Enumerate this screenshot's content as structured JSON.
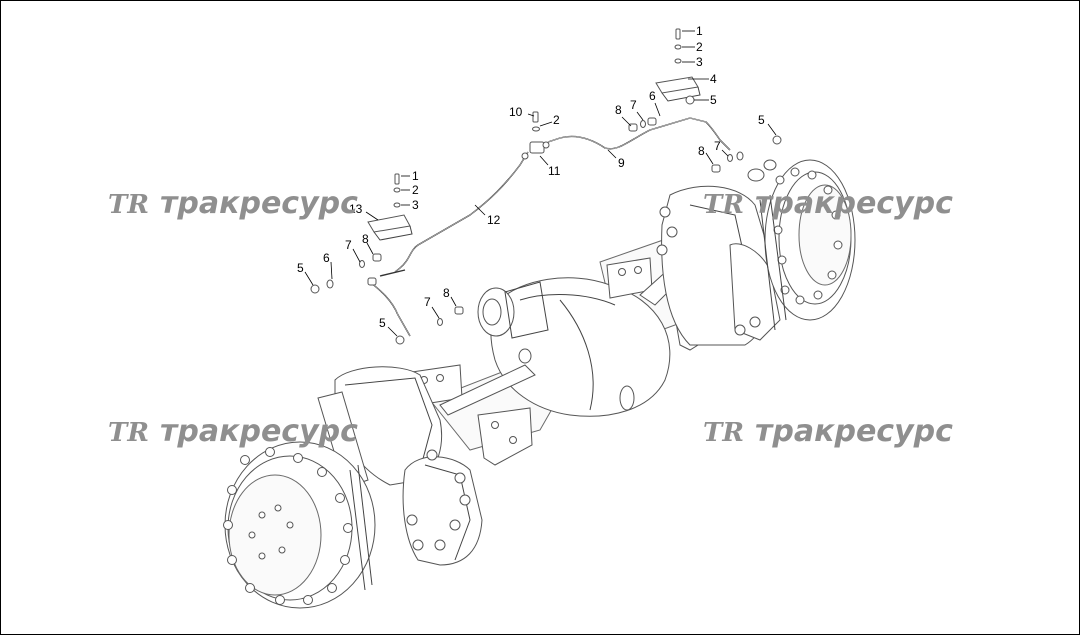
{
  "diagram": {
    "watermark_text": "тракресурс",
    "watermark_logo": "TR",
    "callouts": {
      "c1_right": "1",
      "c2_right": "2",
      "c3_right": "3",
      "c4": "4",
      "c5_top": "5",
      "c8_top": "8",
      "c7_top": "7",
      "c6_top": "6",
      "c10": "10",
      "c2_mid": "2",
      "c11": "11",
      "c9": "9",
      "c5_right": "5",
      "c8_right": "8",
      "c7_right": "7",
      "c1_left": "1",
      "c2_left": "2",
      "c3_left": "3",
      "c13": "13",
      "c12": "12",
      "c8_left": "8",
      "c7_left": "7",
      "c6_left": "6",
      "c5_left": "5",
      "c7_low": "7",
      "c8_low": "8",
      "c5_low": "5"
    }
  }
}
